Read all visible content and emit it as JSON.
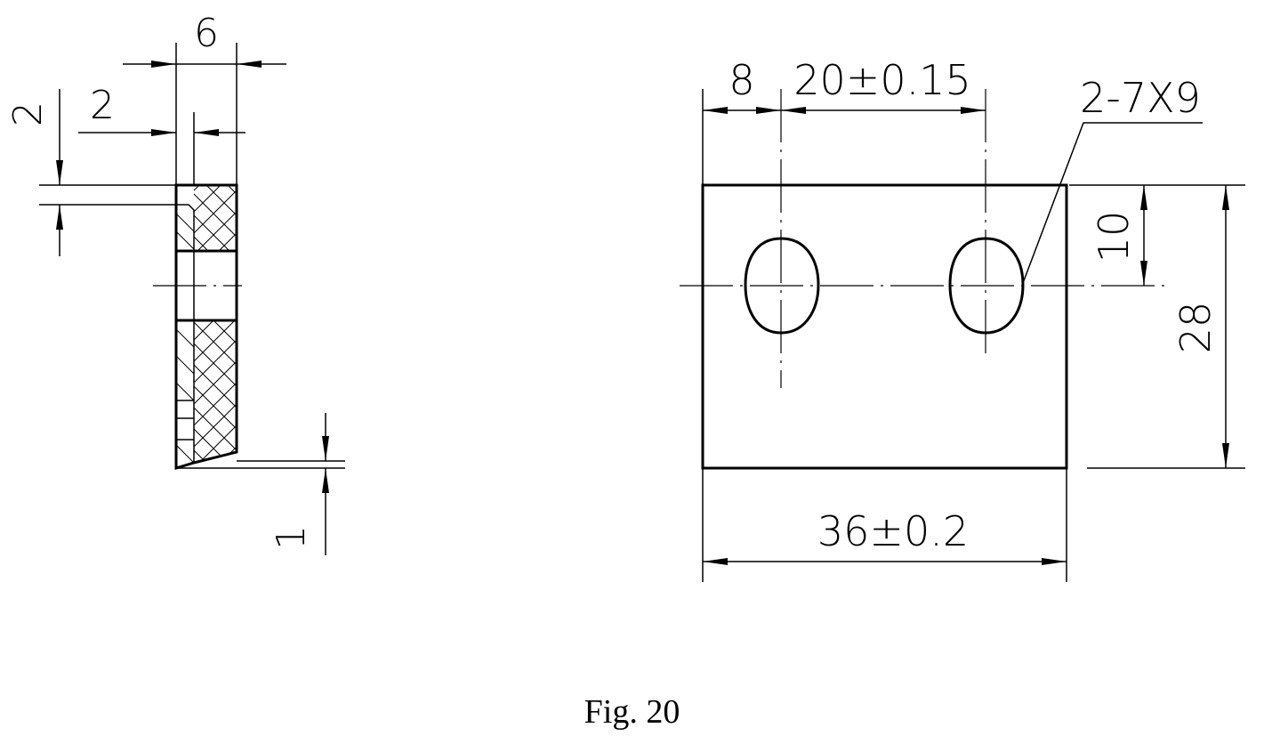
{
  "side_view": {
    "dims": {
      "width_total": "6",
      "width_step": "2",
      "height_step": "2",
      "chamfer": "1"
    }
  },
  "front_view": {
    "dims": {
      "left_offset": "8",
      "hole_spacing": "20±0.15",
      "hole_spec": "2-7X9",
      "center_height": "10",
      "height": "28",
      "width": "36±0.2"
    }
  },
  "caption": "Fig. 20"
}
